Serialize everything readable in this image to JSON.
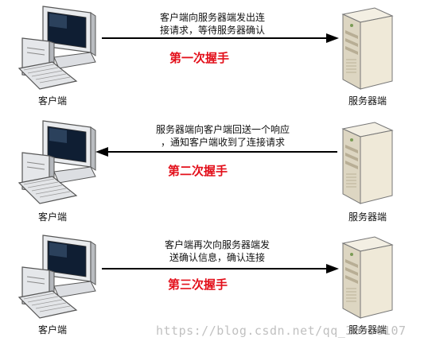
{
  "rows": [
    {
      "client_label": "客户端",
      "server_label": "服务器端",
      "message_line1": "客户端向服务器端发出连",
      "message_line2": "接请求，等待服务器确认",
      "handshake": "第一次握手",
      "direction": "client-to-server"
    },
    {
      "client_label": "客户端",
      "server_label": "服务器端",
      "message_line1": "服务器端向客户端回送一个响应",
      "message_line2": "，通知客户端收到了连接请求",
      "handshake": "第二次握手",
      "direction": "server-to-client"
    },
    {
      "client_label": "客户端",
      "server_label": "服务器端",
      "message_line1": "客户端再次向服务器端发",
      "message_line2": "送确认信息，确认连接",
      "handshake": "第三次握手",
      "direction": "client-to-server"
    }
  ],
  "watermark": "https://blog.csdn.net/qq_36556107",
  "colors": {
    "handshake_text": "#e3101b",
    "arrow": "#000000"
  }
}
